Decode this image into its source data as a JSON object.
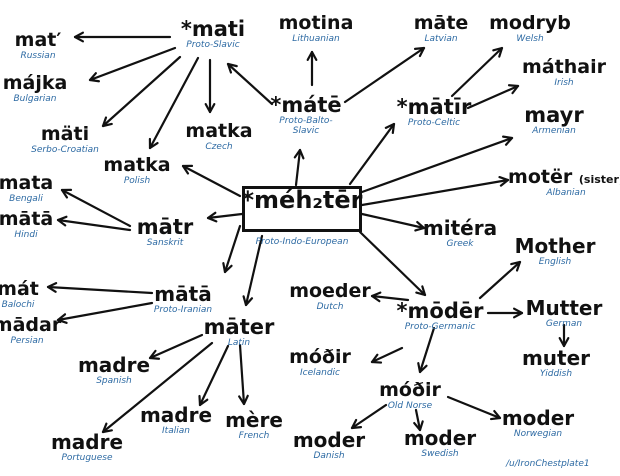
{
  "colors": {
    "ink": "#111111",
    "language": "#2d6aa3",
    "background": "#ffffff"
  },
  "nodes": [
    {
      "id": "meh2ter",
      "word": "*méh₂tēr",
      "lang": "Proto-Indo-European"
    },
    {
      "id": "mati-ps",
      "word": "*mati",
      "lang": "Proto-Slavic"
    },
    {
      "id": "mat-ru",
      "word": "mat′",
      "lang": "Russian"
    },
    {
      "id": "majka",
      "word": "májka",
      "lang": "Bulgarian"
    },
    {
      "id": "mati-sc",
      "word": "mäti",
      "lang": "Serbo-Croatian"
    },
    {
      "id": "matka-pl",
      "word": "matka",
      "lang": "Polish"
    },
    {
      "id": "matka-cz",
      "word": "matka",
      "lang": "Czech"
    },
    {
      "id": "motina",
      "word": "motina",
      "lang": "Lithuanian"
    },
    {
      "id": "mate-pbs",
      "word": "*mátē",
      "lang": "Proto-Balto-Slavic"
    },
    {
      "id": "mate-lv",
      "word": "māte",
      "lang": "Latvian"
    },
    {
      "id": "matir",
      "word": "*mātīr",
      "lang": "Proto-Celtic"
    },
    {
      "id": "modryb",
      "word": "modryb",
      "lang": "Welsh"
    },
    {
      "id": "mathair",
      "word": "máthair",
      "lang": "Irish"
    },
    {
      "id": "mayr",
      "word": "mayr",
      "lang": "Armenian"
    },
    {
      "id": "moter",
      "word": "motër",
      "note": "(sister)",
      "lang": "Albanian"
    },
    {
      "id": "mitera",
      "word": "mitéra",
      "lang": "Greek"
    },
    {
      "id": "mata",
      "word": "mata",
      "lang": "Bengali"
    },
    {
      "id": "mata-hi",
      "word": "mātā",
      "lang": "Hindi"
    },
    {
      "id": "matr",
      "word": "mātr",
      "lang": "Sanskrit"
    },
    {
      "id": "mata-pi",
      "word": "mātā",
      "lang": "Proto-Iranian"
    },
    {
      "id": "mat-ba",
      "word": "mát",
      "lang": "Balochi"
    },
    {
      "id": "madar",
      "word": "mādar",
      "lang": "Persian"
    },
    {
      "id": "mater",
      "word": "māter",
      "lang": "Latin"
    },
    {
      "id": "madre-es",
      "word": "madre",
      "lang": "Spanish"
    },
    {
      "id": "madre-it",
      "word": "madre",
      "lang": "Italian"
    },
    {
      "id": "madre-pt",
      "word": "madre",
      "lang": "Portuguese"
    },
    {
      "id": "mere",
      "word": "mère",
      "lang": "French"
    },
    {
      "id": "moder-pg",
      "word": "*mōdēr",
      "lang": "Proto-Germanic"
    },
    {
      "id": "moeder",
      "word": "moeder",
      "lang": "Dutch"
    },
    {
      "id": "mother",
      "word": "Mother",
      "lang": "English"
    },
    {
      "id": "mutter",
      "word": "Mutter",
      "lang": "German"
    },
    {
      "id": "muter",
      "word": "muter",
      "lang": "Yiddish"
    },
    {
      "id": "modhir-is",
      "word": "móðir",
      "lang": "Icelandic"
    },
    {
      "id": "modhir-on",
      "word": "móðir",
      "lang": "Old Norse"
    },
    {
      "id": "moder-da",
      "word": "moder",
      "lang": "Danish"
    },
    {
      "id": "moder-sv",
      "word": "moder",
      "lang": "Swedish"
    },
    {
      "id": "moder-no",
      "word": "moder",
      "lang": "Norwegian"
    }
  ],
  "credit": "/u/IronChestplate1"
}
